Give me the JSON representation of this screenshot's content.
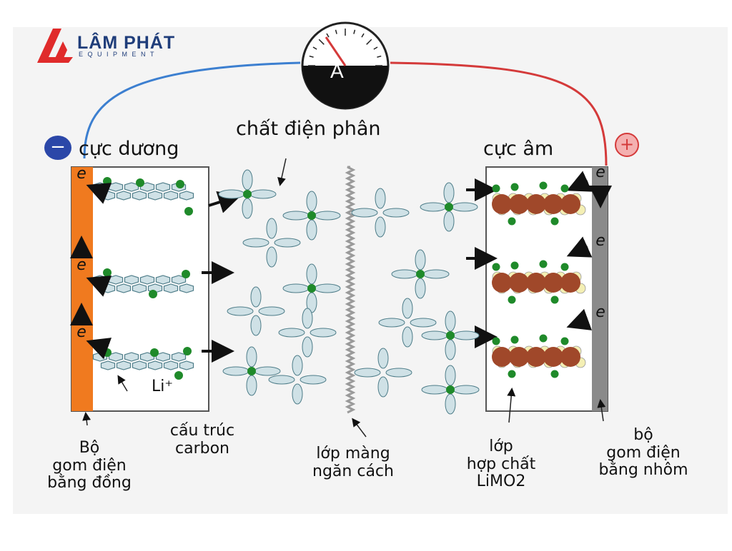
{
  "logo": {
    "name": "LÂM PHÁT",
    "sub": "EQUIPMENT"
  },
  "meter": {
    "symbol": "A"
  },
  "terminals": {
    "negative": "−",
    "positive": "+"
  },
  "labels": {
    "left_electrode": "cực dương",
    "right_electrode": "cực âm",
    "electrolyte": "chất điện phân",
    "electron": "e",
    "lithium_ion": "Li⁺",
    "carbon_structure": [
      "cấu trúc",
      "carbon"
    ],
    "copper_collector": [
      "Bộ",
      "gom điện",
      "bằng đồng"
    ],
    "separator": [
      "lớp màng",
      "ngăn cách"
    ],
    "limo2_layer": [
      "lớp",
      "hợp chất",
      "LiMO2"
    ],
    "aluminum_collector": [
      "bộ",
      "gom điện",
      "bằng nhôm"
    ]
  },
  "colors": {
    "copper": "#f07a1f",
    "aluminum": "#8a8a8a",
    "negative_wire": "#3c7fd0",
    "positive_wire": "#d43a3a",
    "lithium": "#1f8a2a",
    "electrolyte_fill": "#cfe1e6",
    "metal_oxide": "#a0482a",
    "oxide_light": "#f4efb4"
  }
}
